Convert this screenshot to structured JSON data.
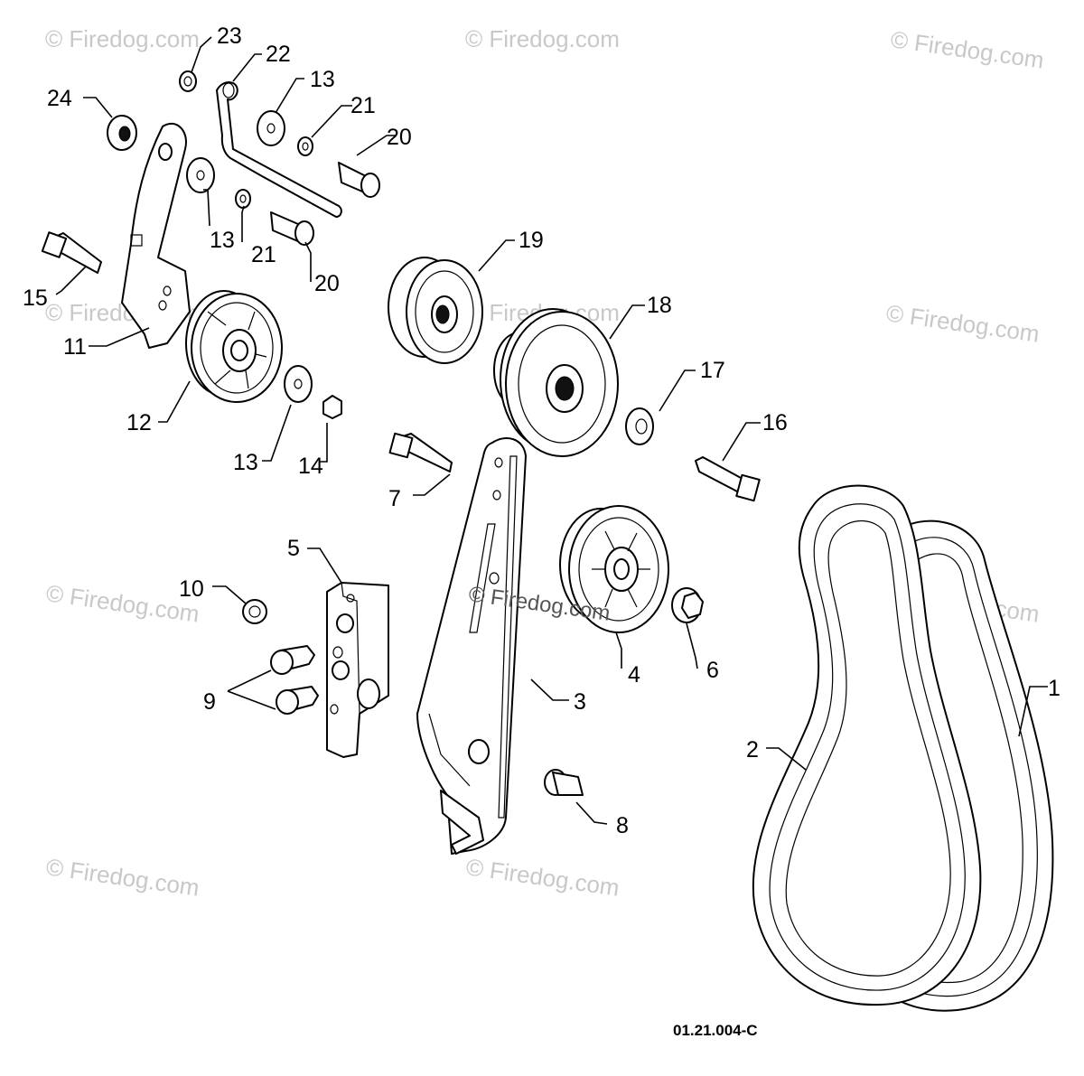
{
  "watermark": {
    "text": "© Firedog.com",
    "color": "#c8c8c8"
  },
  "drawing_number": "01.21.004-C",
  "callouts": [
    {
      "id": "c1",
      "label": "1"
    },
    {
      "id": "c2",
      "label": "2"
    },
    {
      "id": "c3",
      "label": "3"
    },
    {
      "id": "c4",
      "label": "4"
    },
    {
      "id": "c5",
      "label": "5"
    },
    {
      "id": "c6",
      "label": "6"
    },
    {
      "id": "c7",
      "label": "7"
    },
    {
      "id": "c8",
      "label": "8"
    },
    {
      "id": "c9",
      "label": "9"
    },
    {
      "id": "c10",
      "label": "10"
    },
    {
      "id": "c11",
      "label": "11"
    },
    {
      "id": "c12",
      "label": "12"
    },
    {
      "id": "c13a",
      "label": "13"
    },
    {
      "id": "c13b",
      "label": "13"
    },
    {
      "id": "c13c",
      "label": "13"
    },
    {
      "id": "c14",
      "label": "14"
    },
    {
      "id": "c15",
      "label": "15"
    },
    {
      "id": "c16",
      "label": "16"
    },
    {
      "id": "c17",
      "label": "17"
    },
    {
      "id": "c18",
      "label": "18"
    },
    {
      "id": "c19",
      "label": "19"
    },
    {
      "id": "c20a",
      "label": "20"
    },
    {
      "id": "c20b",
      "label": "20"
    },
    {
      "id": "c21a",
      "label": "21"
    },
    {
      "id": "c21b",
      "label": "21"
    },
    {
      "id": "c22",
      "label": "22"
    },
    {
      "id": "c23",
      "label": "23"
    },
    {
      "id": "c24",
      "label": "24"
    }
  ]
}
